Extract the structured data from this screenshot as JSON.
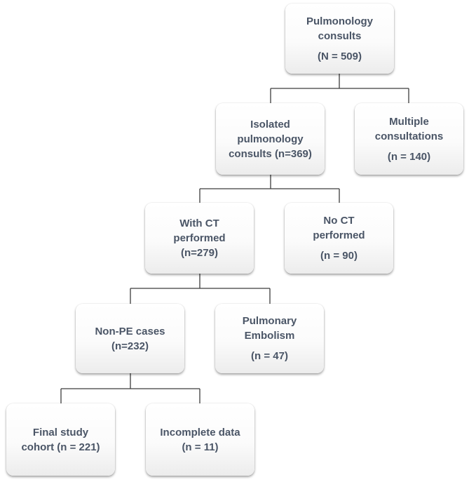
{
  "nodes": {
    "pulmonology_consults": {
      "lines": [
        "Pulmonology",
        "consults"
      ],
      "count": "(N = 509)"
    },
    "isolated_consults": {
      "lines": [
        "Isolated",
        "pulmonology",
        "consults (n=369)"
      ]
    },
    "multiple_consultations": {
      "lines": [
        "Multiple",
        "consultations"
      ],
      "count": "(n = 140)"
    },
    "with_ct": {
      "lines": [
        "With CT",
        "performed"
      ],
      "count": "(n=279)"
    },
    "no_ct": {
      "lines": [
        "No CT",
        "performed"
      ],
      "count": "(n = 90)"
    },
    "non_pe": {
      "lines": [
        "Non-PE cases",
        "(n=232)"
      ]
    },
    "pulmonary_embolism": {
      "lines": [
        "Pulmonary",
        "Embolism"
      ],
      "count": "(n = 47)"
    },
    "final_cohort": {
      "lines": [
        "Final study",
        "cohort (n = 221)"
      ]
    },
    "incomplete_data": {
      "lines": [
        "Incomplete data",
        "(n = 11)"
      ]
    }
  },
  "colors": {
    "text": "#4a5566",
    "connector": "#3c3c3c",
    "box_top": "#ffffff",
    "box_bottom": "#ececec"
  }
}
